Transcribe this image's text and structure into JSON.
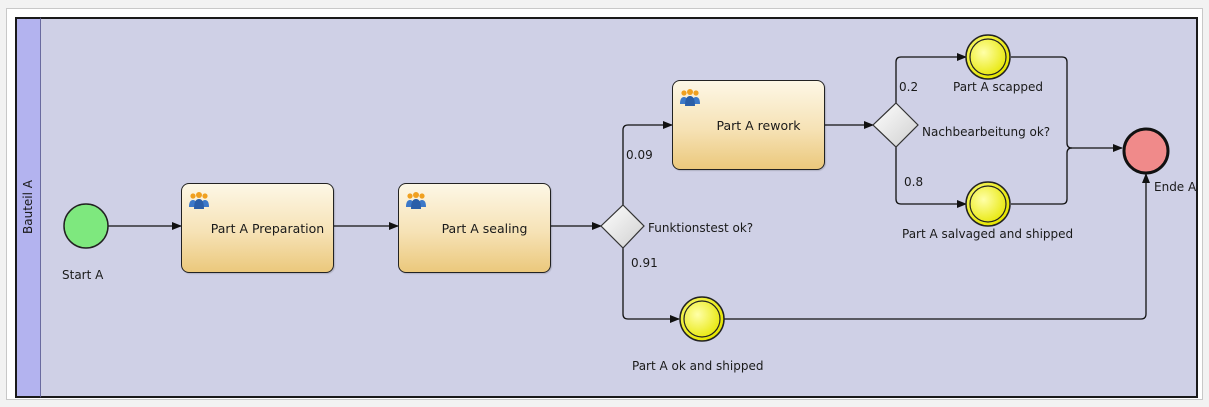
{
  "lane": {
    "label": "Bauteil A"
  },
  "events": {
    "start": {
      "label": "Start A"
    },
    "end": {
      "label": "Ende A"
    },
    "scrapped": {
      "label": "Part A scapped"
    },
    "salvaged": {
      "label": "Part A salvaged and shipped"
    },
    "ok_shipped": {
      "label": "Part A ok and shipped"
    }
  },
  "tasks": {
    "preparation": {
      "label": "Part A Preparation",
      "icon": "user-group-icon"
    },
    "sealing": {
      "label": "Part A sealing",
      "icon": "user-group-icon"
    },
    "rework": {
      "label": "Part A rework",
      "icon": "user-group-icon"
    }
  },
  "gateways": {
    "funktionstest": {
      "label": "Funktionstest ok?"
    },
    "nachbearbeitung": {
      "label": "Nachbearbeitung ok?"
    }
  },
  "probabilities": {
    "to_rework": "0.09",
    "to_ok": "0.91",
    "to_scrapped": "0.2",
    "to_salvaged": "0.8"
  },
  "colors": {
    "start_fill": "#7ee87e",
    "end_fill": "#f08a8a",
    "intermediate_fill": "#f2f200",
    "lane_header": "#b3b3ef",
    "pool_fill": "#cfd0e6"
  }
}
